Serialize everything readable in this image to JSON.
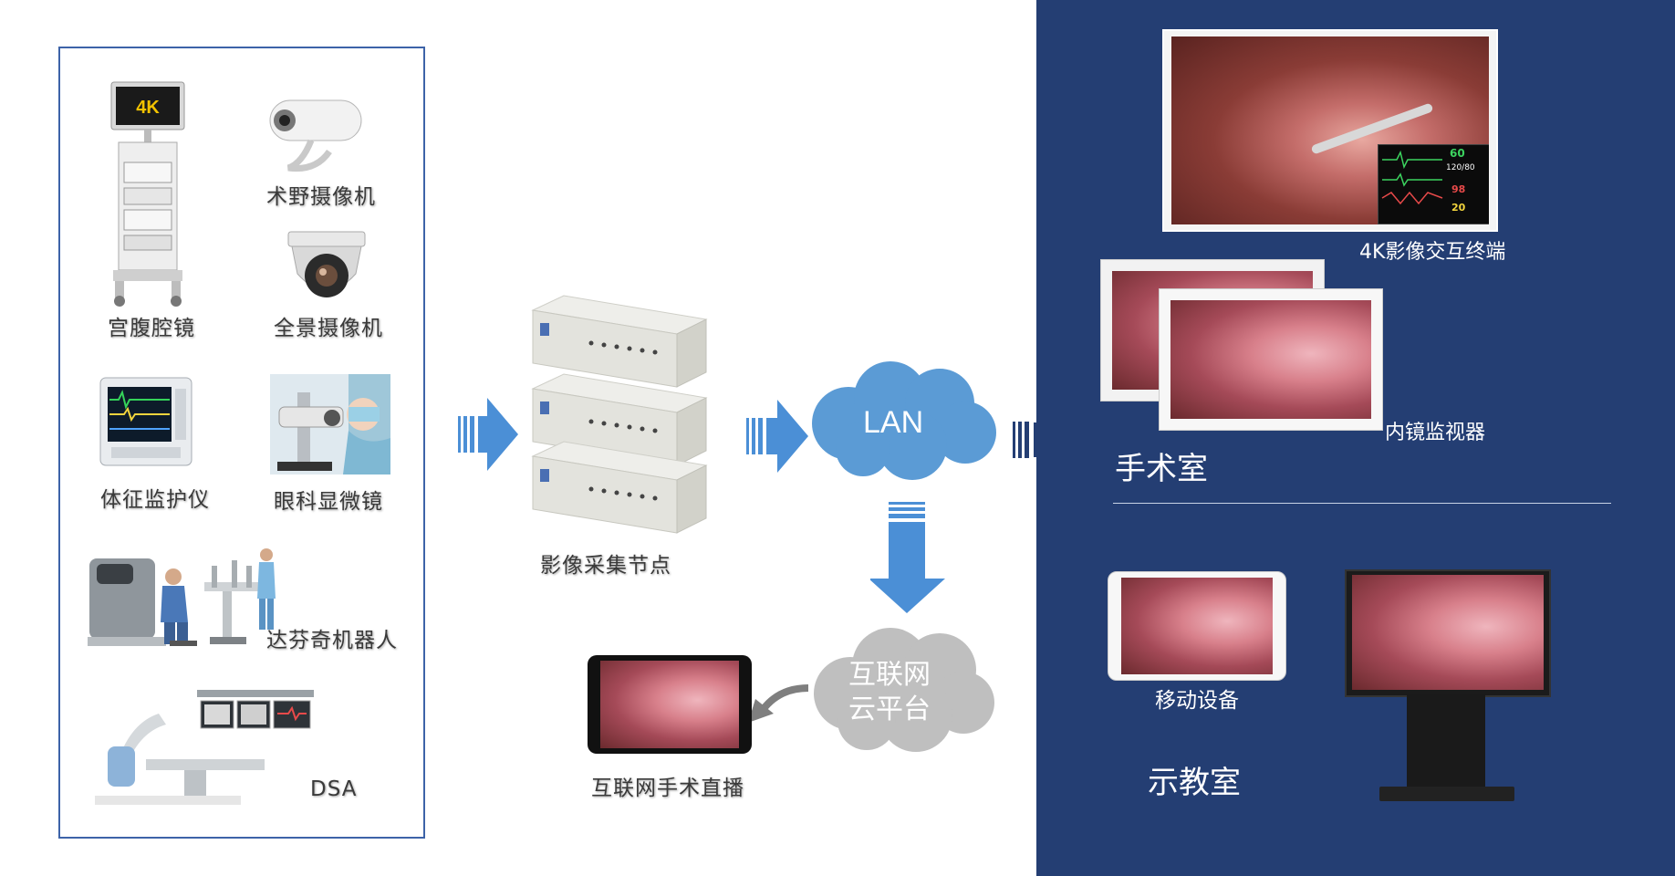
{
  "devices": {
    "laparoscope": "宫腹腔镜",
    "field_camera": "术野摄像机",
    "panoramic_camera": "全景摄像机",
    "vital_monitor": "体征监护仪",
    "ophthalmic_microscope": "眼科显微镜",
    "davinci_robot": "达芬奇机器人",
    "dsa": "DSA",
    "tower_badge": "4K"
  },
  "center": {
    "capture_node": "影像采集节点",
    "lan": "LAN",
    "cloud_line1": "互联网",
    "cloud_line2": "云平台",
    "live_stream": "互联网手术直播"
  },
  "operating_room": {
    "terminal": "4K影像交互终端",
    "endoscope_monitor": "内镜监视器",
    "title": "手术室",
    "vitals": [
      "60",
      "120/80",
      "98",
      "20"
    ]
  },
  "demo_room": {
    "mobile": "移动设备",
    "title": "示教室"
  },
  "colors": {
    "panel": "#243e73",
    "arrow": "#4b8fd6",
    "cloud_blue": "#5b9bd5",
    "cloud_gray": "#bfbfbf",
    "box_border": "#3d63a8"
  }
}
